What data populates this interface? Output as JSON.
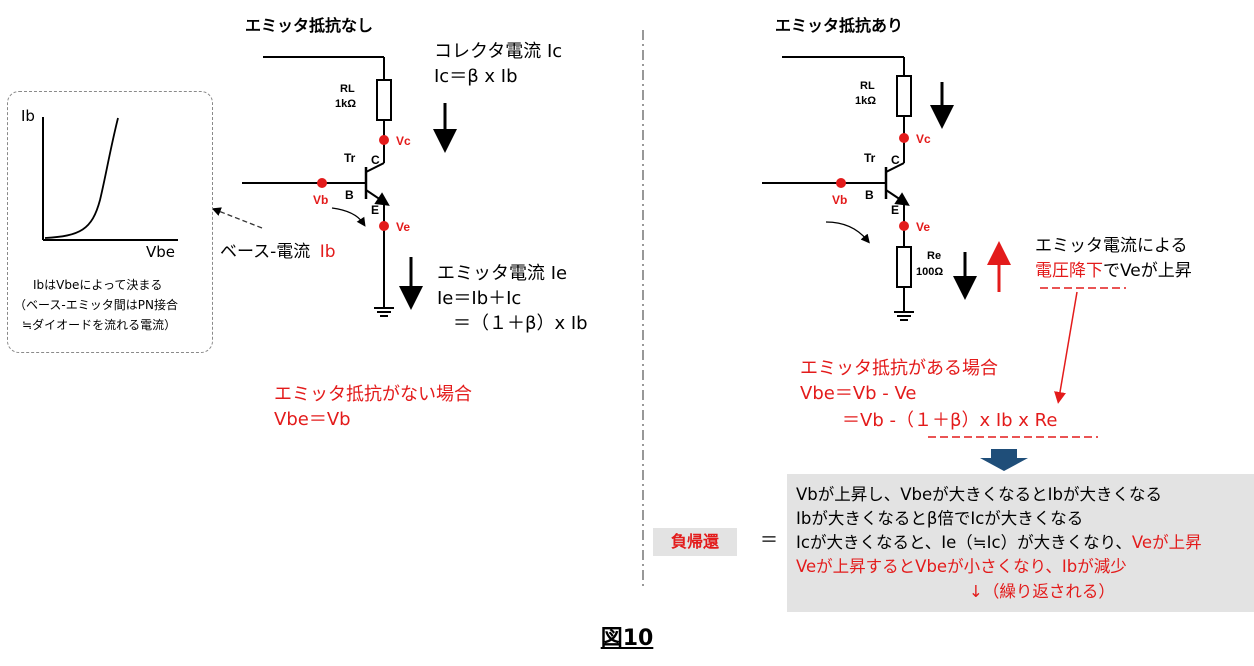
{
  "left": {
    "title": "エミッタ抵抗なし",
    "rl_name": "RL",
    "rl_value": "1kΩ",
    "tr": "Tr",
    "pin_c": "C",
    "pin_b": "B",
    "pin_e": "E",
    "vc": "Vc",
    "vb": "Vb",
    "ve": "Ve",
    "ic_title": "コレクタ電流 Ic",
    "ic_formula": "Ic＝β x Ib",
    "base_current_label": "ベース-電流",
    "base_current_sym": "Ib",
    "ie_title": "エミッタ電流 Ie",
    "ie_formula1": "Ie＝Ib＋Ic",
    "ie_formula2": "＝（１＋β）x Ib",
    "no_re_case": "エミッタ抵抗がない場合",
    "no_re_formula": "Vbe＝Vb"
  },
  "inset": {
    "y_label": "Ib",
    "x_label": "Vbe",
    "note1": "IbはVbeによって決まる",
    "note2": "（ベース-エミッタ間はPN接合",
    "note3": "≒ダイオードを流れる電流）"
  },
  "right": {
    "title": "エミッタ抵抗あり",
    "rl_name": "RL",
    "rl_value": "1kΩ",
    "tr": "Tr",
    "pin_c": "C",
    "pin_b": "B",
    "pin_e": "E",
    "vc": "Vc",
    "vb": "Vb",
    "ve": "Ve",
    "re_name": "Re",
    "re_value": "100Ω",
    "drop_line1": "エミッタ電流による",
    "drop_red": "電圧降下",
    "drop_black": "でVeが上昇",
    "case_title": "エミッタ抵抗がある場合",
    "case_f1": "Vbe＝Vb - Ve",
    "case_f2": "＝Vb -（１＋β）x Ib x Re"
  },
  "feedback": {
    "label": "負帰還",
    "equals": "＝",
    "line1": "Vbが上昇し、Vbeが大きくなるとIbが大きくなる",
    "line2": "Ibが大きくなるとβ倍でIcが大きくなる",
    "line3_black": "Icが大きくなると、Ie（≒Ic）が大きくなり、",
    "line3_red": "Veが上昇",
    "line4": "Veが上昇するとVbeが小さくなり、Ibが減少",
    "line5": "↓（繰り返される）"
  },
  "figure_label": "図10",
  "colors": {
    "red": "#e31b1b",
    "box": "#e3e3e3",
    "accent": "#1f4e79"
  }
}
